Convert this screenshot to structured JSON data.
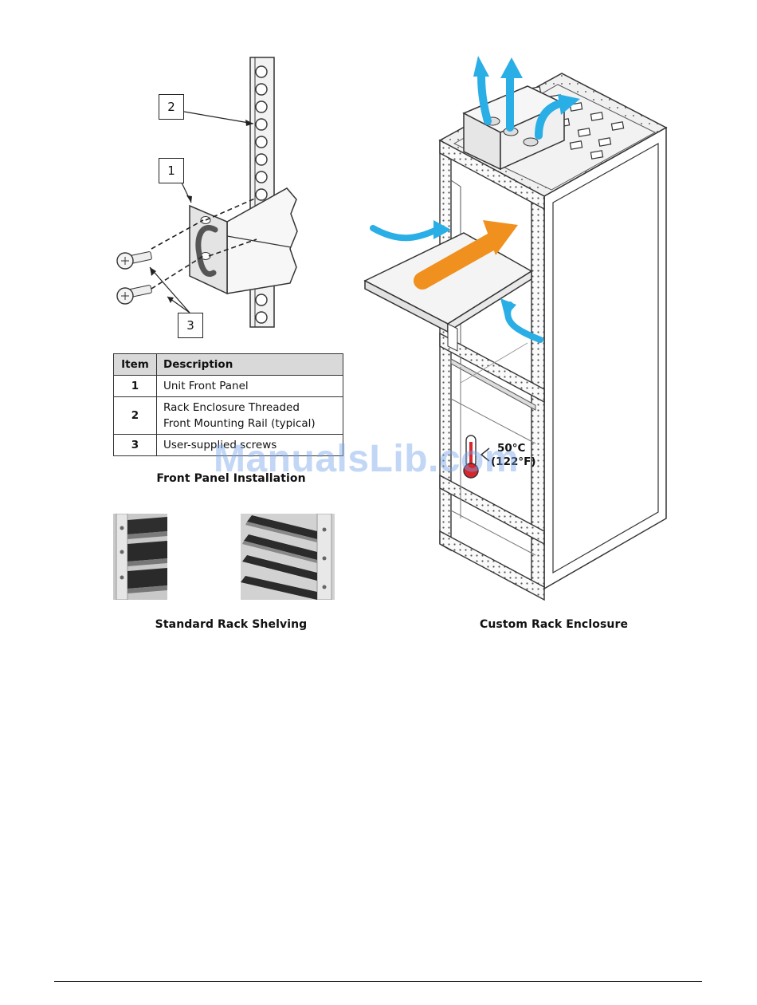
{
  "callouts": {
    "c1": "1",
    "c2": "2",
    "c3": "3"
  },
  "table": {
    "header": {
      "item": "Item",
      "description": "Description"
    },
    "rows": [
      {
        "item": "1",
        "description_lines": [
          "Unit Front Panel"
        ]
      },
      {
        "item": "2",
        "description_lines": [
          "Rack Enclosure Threaded",
          "Front Mounting Rail (typical)"
        ]
      },
      {
        "item": "3",
        "description_lines": [
          "User-supplied screws"
        ]
      }
    ]
  },
  "captions": {
    "front_panel": "Front Panel Installation",
    "standard_shelving": "Standard Rack Shelving",
    "custom_enclosure": "Custom Rack Enclosure"
  },
  "thermometer": {
    "line1": "50°C",
    "line2": "(122°F)"
  },
  "watermark": "ManualsLib.com",
  "colors": {
    "airflow_blue": "#2aaee6",
    "airflow_orange": "#f0901e",
    "thermo_red": "#d8262b",
    "table_header": "#d9d9d9"
  }
}
